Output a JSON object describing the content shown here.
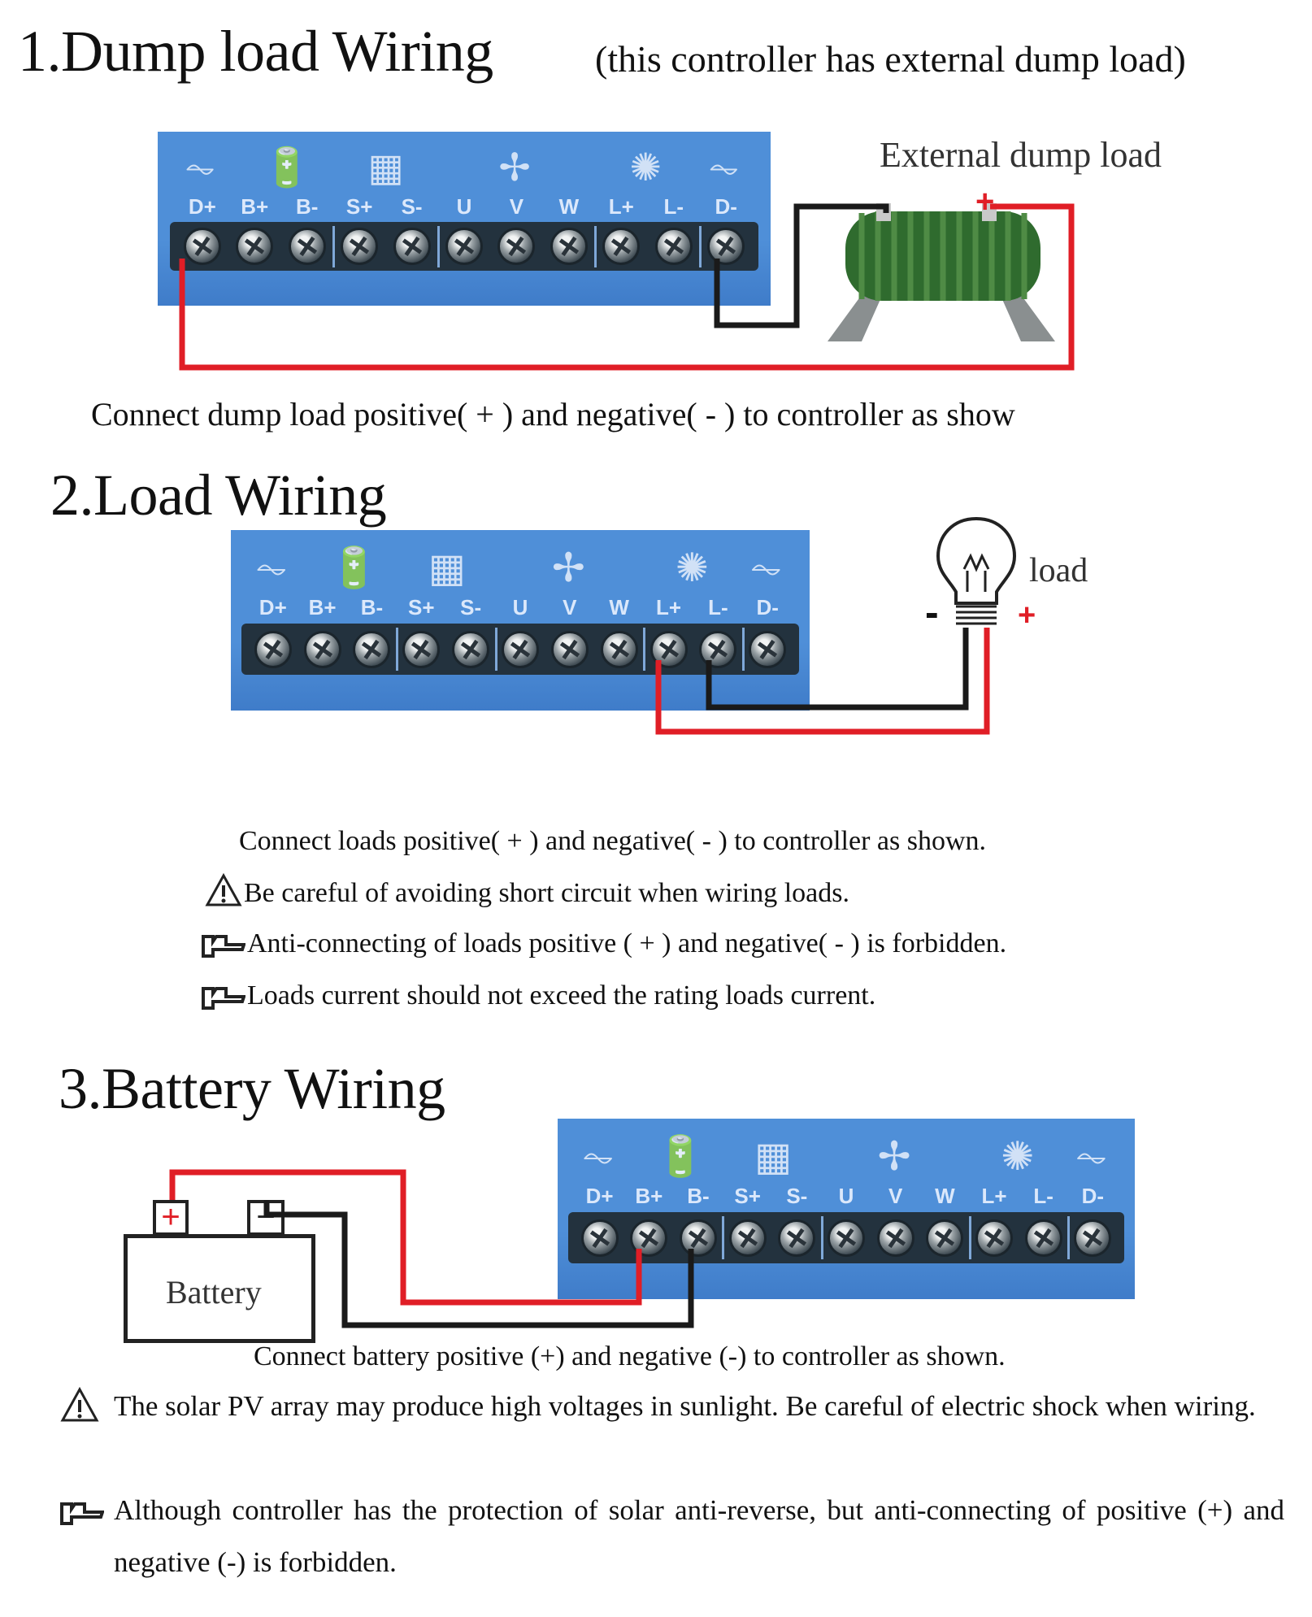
{
  "section1": {
    "title": "1.Dump load Wiring",
    "subtitle": "(this controller has external dump load)",
    "dump_label": "External dump load",
    "plus": "+",
    "caption": "Connect dump load    positive( + ) and negative( - ) to controller as show"
  },
  "section2": {
    "title": "2.Load Wiring",
    "load_label": "load",
    "minus": "-",
    "plus": "+",
    "lines": [
      "Connect loads positive( + ) and negative( - ) to controller as shown.",
      "Be careful of avoiding short circuit when wiring loads.",
      "Anti-connecting of loads positive ( + ) and negative( - ) is forbidden.",
      "Loads current should not exceed the rating loads current."
    ]
  },
  "section3": {
    "title": "3.Battery Wiring",
    "battery_label": "Battery",
    "plus": "+",
    "minus": "−",
    "caption": "Connect battery positive (+) and negative (-) to controller as shown.",
    "warning": "The solar PV array may produce high voltages in sunlight. Be careful of electric shock when wiring.",
    "note": "Although controller has the protection of solar anti-reverse, but anti-connecting of positive (+) and negative (-) is forbidden."
  },
  "terminals": [
    "D+",
    "B+",
    "B-",
    "S+",
    "S-",
    "U",
    "V",
    "W",
    "L+",
    "L-",
    "D-"
  ],
  "icons": {
    "warning": "warning-triangle-icon",
    "pointer": "pointing-hand-icon",
    "resistor": "resistor-icon",
    "battery": "battery-icon",
    "solar": "solar-panel-icon",
    "wind": "wind-turbine-icon",
    "lamp": "lamp-icon",
    "bulb": "light-bulb-icon"
  },
  "colors": {
    "controller": "#4f8fd8",
    "positive_wire": "#e01e26",
    "negative_wire": "#1a1a1a",
    "dump_load": "#2f6b2e"
  }
}
